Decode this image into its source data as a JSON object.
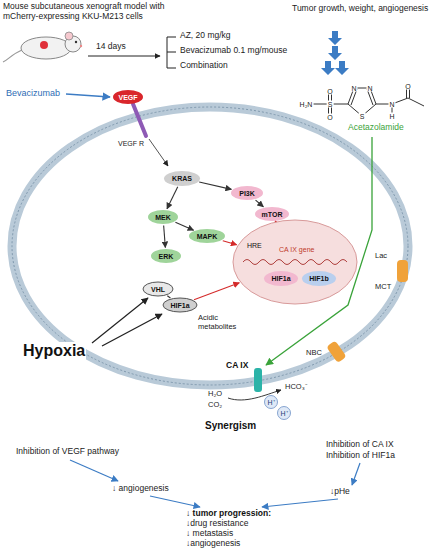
{
  "diagram": {
    "nodes": [
      {
        "text": [
          "VEGF"
        ]
      },
      {
        "text": [
          "KRAS"
        ]
      },
      {
        "text": [
          "PI3K"
        ]
      },
      {
        "text": [
          "mTOR"
        ]
      },
      {
        "text": [
          "MEK"
        ]
      },
      {
        "text": [
          "MAPK"
        ]
      },
      {
        "text": [
          "ERK"
        ]
      },
      {
        "text": [
          "VHL"
        ]
      },
      {
        "text": [
          "HIF1a"
        ]
      },
      {
        "text": [
          "HRE",
          "CA IX gene"
        ]
      },
      {
        "text": [
          "HIF1a"
        ],
        "in": 9
      },
      {
        "text": [
          "HIF1b"
        ],
        "in": 9
      }
    ],
    "edges": [
      {
        "from": 1,
        "to": 2,
        "arrow": "to"
      },
      {
        "from": 2,
        "to": 3,
        "arrow": "to"
      },
      {
        "from": 1,
        "to": 4,
        "arrow": "to"
      },
      {
        "from": 4,
        "to": 5,
        "arrow": "to"
      },
      {
        "from": 4,
        "to": 6,
        "arrow": "to"
      },
      {
        "from": 3,
        "to": 9,
        "arrow": "to"
      },
      {
        "from": 5,
        "to": 9,
        "arrow": "to"
      },
      {
        "from": 7,
        "to": 8,
        "arrow": "none"
      },
      {
        "from": 8,
        "to": 9,
        "arrow": "to"
      }
    ],
    "labels": [
      "Mouse subcutaneous xenograft model with mCherry-expressing KKU-M213 cells",
      "14 days",
      "AZ, 20 mg/kg",
      "Bevacizumab 0.1 mg/mouse",
      "Combination",
      "Tumor growth, weight, angiogenesis",
      "Bevacizumab",
      "VEGF R",
      "Acetazolamide",
      "H₂N",
      "S",
      "O",
      "O",
      "N",
      "N",
      "S",
      "N",
      "H",
      "O",
      "Acidic metabolites",
      "Hypoxia",
      "CA IX",
      "H₂O",
      "CO₂",
      "HCO₃⁻",
      "H⁺",
      "H⁺",
      "NBC",
      "Lac",
      "MCT",
      "Synergism",
      "Inhibition of VEGF pathway",
      "↓ angiogenesis",
      "Inhibition of CA IX",
      "Inhibition of HIF1a",
      "↓pHe",
      "↓ tumor progression:",
      "↓drug resistance",
      "↓ metastasis",
      "↓angiogenesis"
    ]
  }
}
